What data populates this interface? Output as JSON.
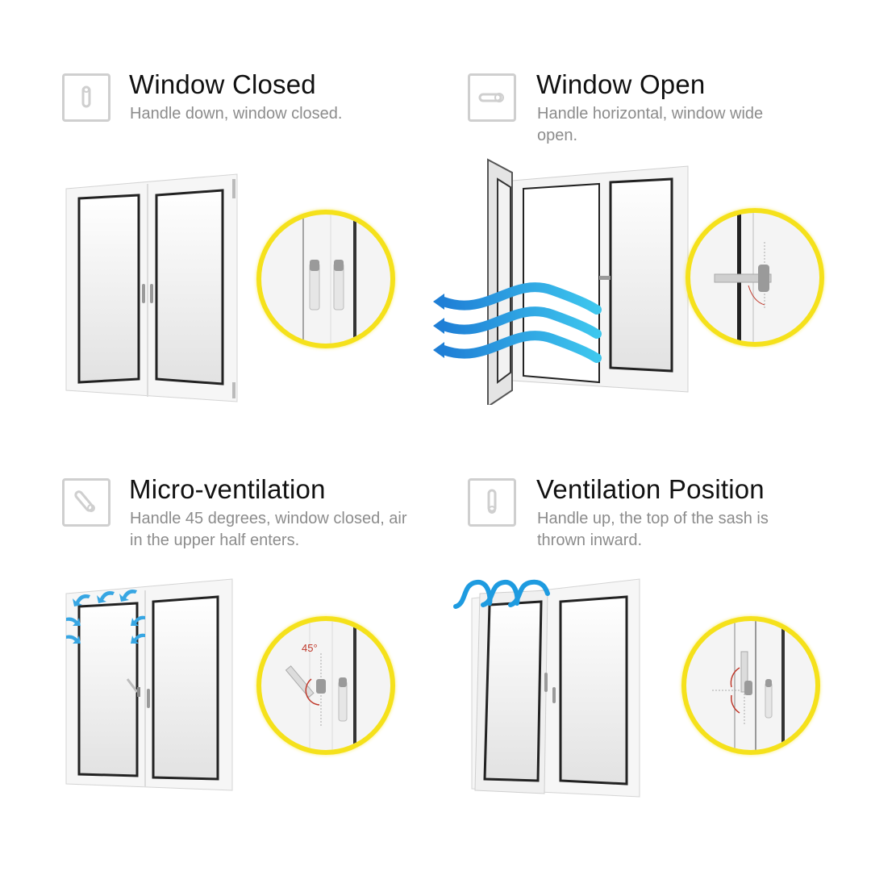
{
  "colors": {
    "title": "#111111",
    "description": "#8c8c8c",
    "icon_border": "#cfcfcf",
    "highlight_ring": "#f5e11b",
    "airflow_blue": "#1e9be0",
    "angle_red": "#c0392b"
  },
  "panels": [
    {
      "id": "window-closed",
      "icon": "handle-down-icon",
      "title": "Window Closed",
      "description": "Handle down, window closed.",
      "illustration": "closed-double-window",
      "detail": "two-handles-pointing-down"
    },
    {
      "id": "window-open",
      "icon": "handle-horizontal-icon",
      "title": "Window Open",
      "description": "Handle horizontal, window wide open.",
      "illustration": "open-casement-window-with-airflow",
      "detail": "handle-horizontal-with-rotation-arrow"
    },
    {
      "id": "micro-ventilation",
      "icon": "handle-45-degree-icon",
      "title": "Micro-ventilation",
      "description": "Handle 45 degrees, window closed, air in the upper half enters.",
      "illustration": "window-with-small-air-arrows",
      "detail": "handle-at-45-degrees",
      "detail_label": "45°"
    },
    {
      "id": "ventilation-position",
      "icon": "handle-up-icon",
      "title": "Ventilation Position",
      "description": "Handle up, the top of the sash is thrown inward.",
      "illustration": "tilted-sash-with-airflow",
      "detail": "handle-pointing-up-with-rotation-arrow"
    }
  ]
}
